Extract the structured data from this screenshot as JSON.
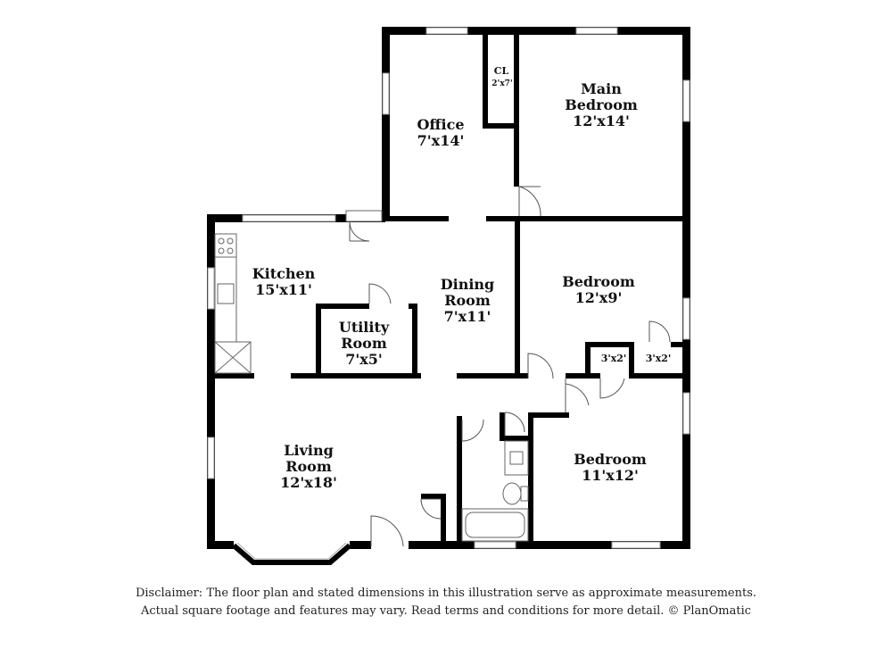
{
  "rooms": {
    "office": {
      "name": "Office",
      "size": "7'x14'"
    },
    "main_bedroom": {
      "name1": "Main",
      "name2": "Bedroom",
      "size": "12'x14'"
    },
    "closet": {
      "name": "CL",
      "size": "2'x7'"
    },
    "kitchen": {
      "name": "Kitchen",
      "size": "15'x11'"
    },
    "dining": {
      "name1": "Dining",
      "name2": "Room",
      "size": "7'x11'"
    },
    "utility": {
      "name1": "Utility",
      "name2": "Room",
      "size": "7'x5'"
    },
    "bedroom2": {
      "name": "Bedroom",
      "size": "12'x9'"
    },
    "closet_a": {
      "size": "3'x2'"
    },
    "closet_b": {
      "size": "3'x2'"
    },
    "living": {
      "name1": "Living",
      "name2": "Room",
      "size": "12'x18'"
    },
    "bedroom3": {
      "name": "Bedroom",
      "size": "11'x12'"
    }
  },
  "disclaimer": {
    "line1": "Disclaimer: The floor plan and stated dimensions in this illustration serve as approximate measurements.",
    "line2": "Actual square footage and features may vary. Read terms and conditions for more detail. © PlanOmatic"
  }
}
